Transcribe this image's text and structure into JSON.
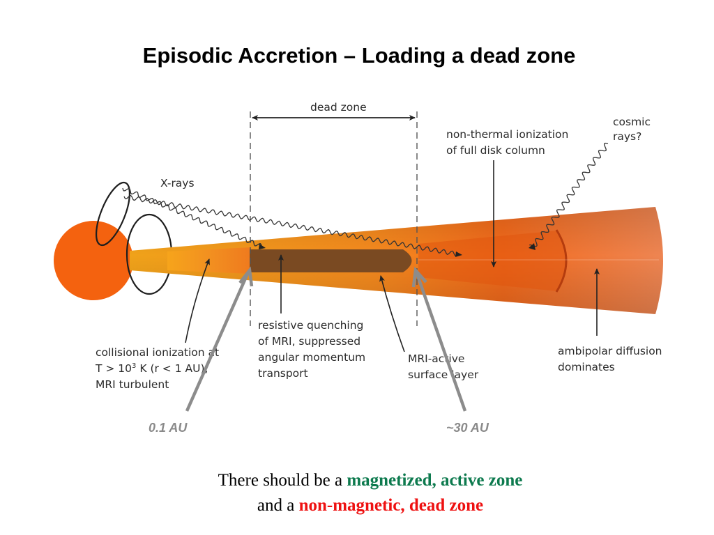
{
  "title": "Episodic Accretion – Loading a dead zone",
  "diagram": {
    "dead_zone": "dead zone",
    "xrays": "X-rays",
    "cosmic_rays": [
      "cosmic",
      "rays?"
    ],
    "non_thermal": [
      "non-thermal ionization",
      "of full disk column"
    ],
    "collisional": [
      "collisional ionization at",
      "T > 10",
      "3",
      " K (r < 1 AU),",
      "MRI turbulent"
    ],
    "resistive": [
      "resistive quenching",
      "of MRI, suppressed",
      "angular momentum",
      "transport"
    ],
    "mri_active": [
      "MRI-active",
      "surface layer"
    ],
    "ambipolar": [
      "ambipolar diffusion",
      "dominates"
    ],
    "au_inner": "0.1 AU",
    "au_outer": "~30 AU"
  },
  "caption": {
    "line1_prefix": "There should be a ",
    "line1_highlight": "magnetized, active zone",
    "line2_prefix": "and a ",
    "line2_highlight": "non-magnetic, dead zone"
  },
  "colors": {
    "star": "#f4620f",
    "dead_zone": "#7a4a22",
    "positive": "#0d7a4e",
    "negative": "#ee1111",
    "au_arrow": "#8c8c8c"
  }
}
